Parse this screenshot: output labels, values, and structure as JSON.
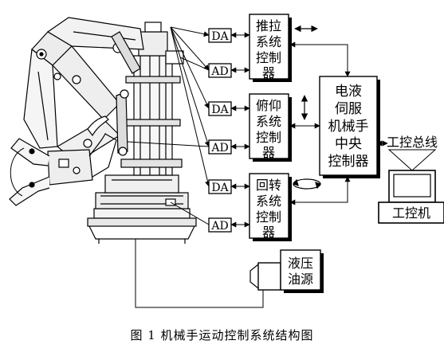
{
  "caption": "图 1   机械手运动控制系统结构图",
  "converters": {
    "da": "DA",
    "ad": "AD"
  },
  "controllers": {
    "push_pull": [
      "推拉",
      "系统",
      "控制",
      "器"
    ],
    "pitch": [
      "俯仰",
      "系统",
      "控制",
      "器"
    ],
    "rotate": [
      "回转",
      "系统",
      "控制",
      "器"
    ]
  },
  "central": [
    "电液",
    "伺服",
    "机械手",
    "中央",
    "控制器"
  ],
  "bus": "工控总线",
  "ipc": "工控机",
  "hydraulic": [
    "液压",
    "油源"
  ]
}
